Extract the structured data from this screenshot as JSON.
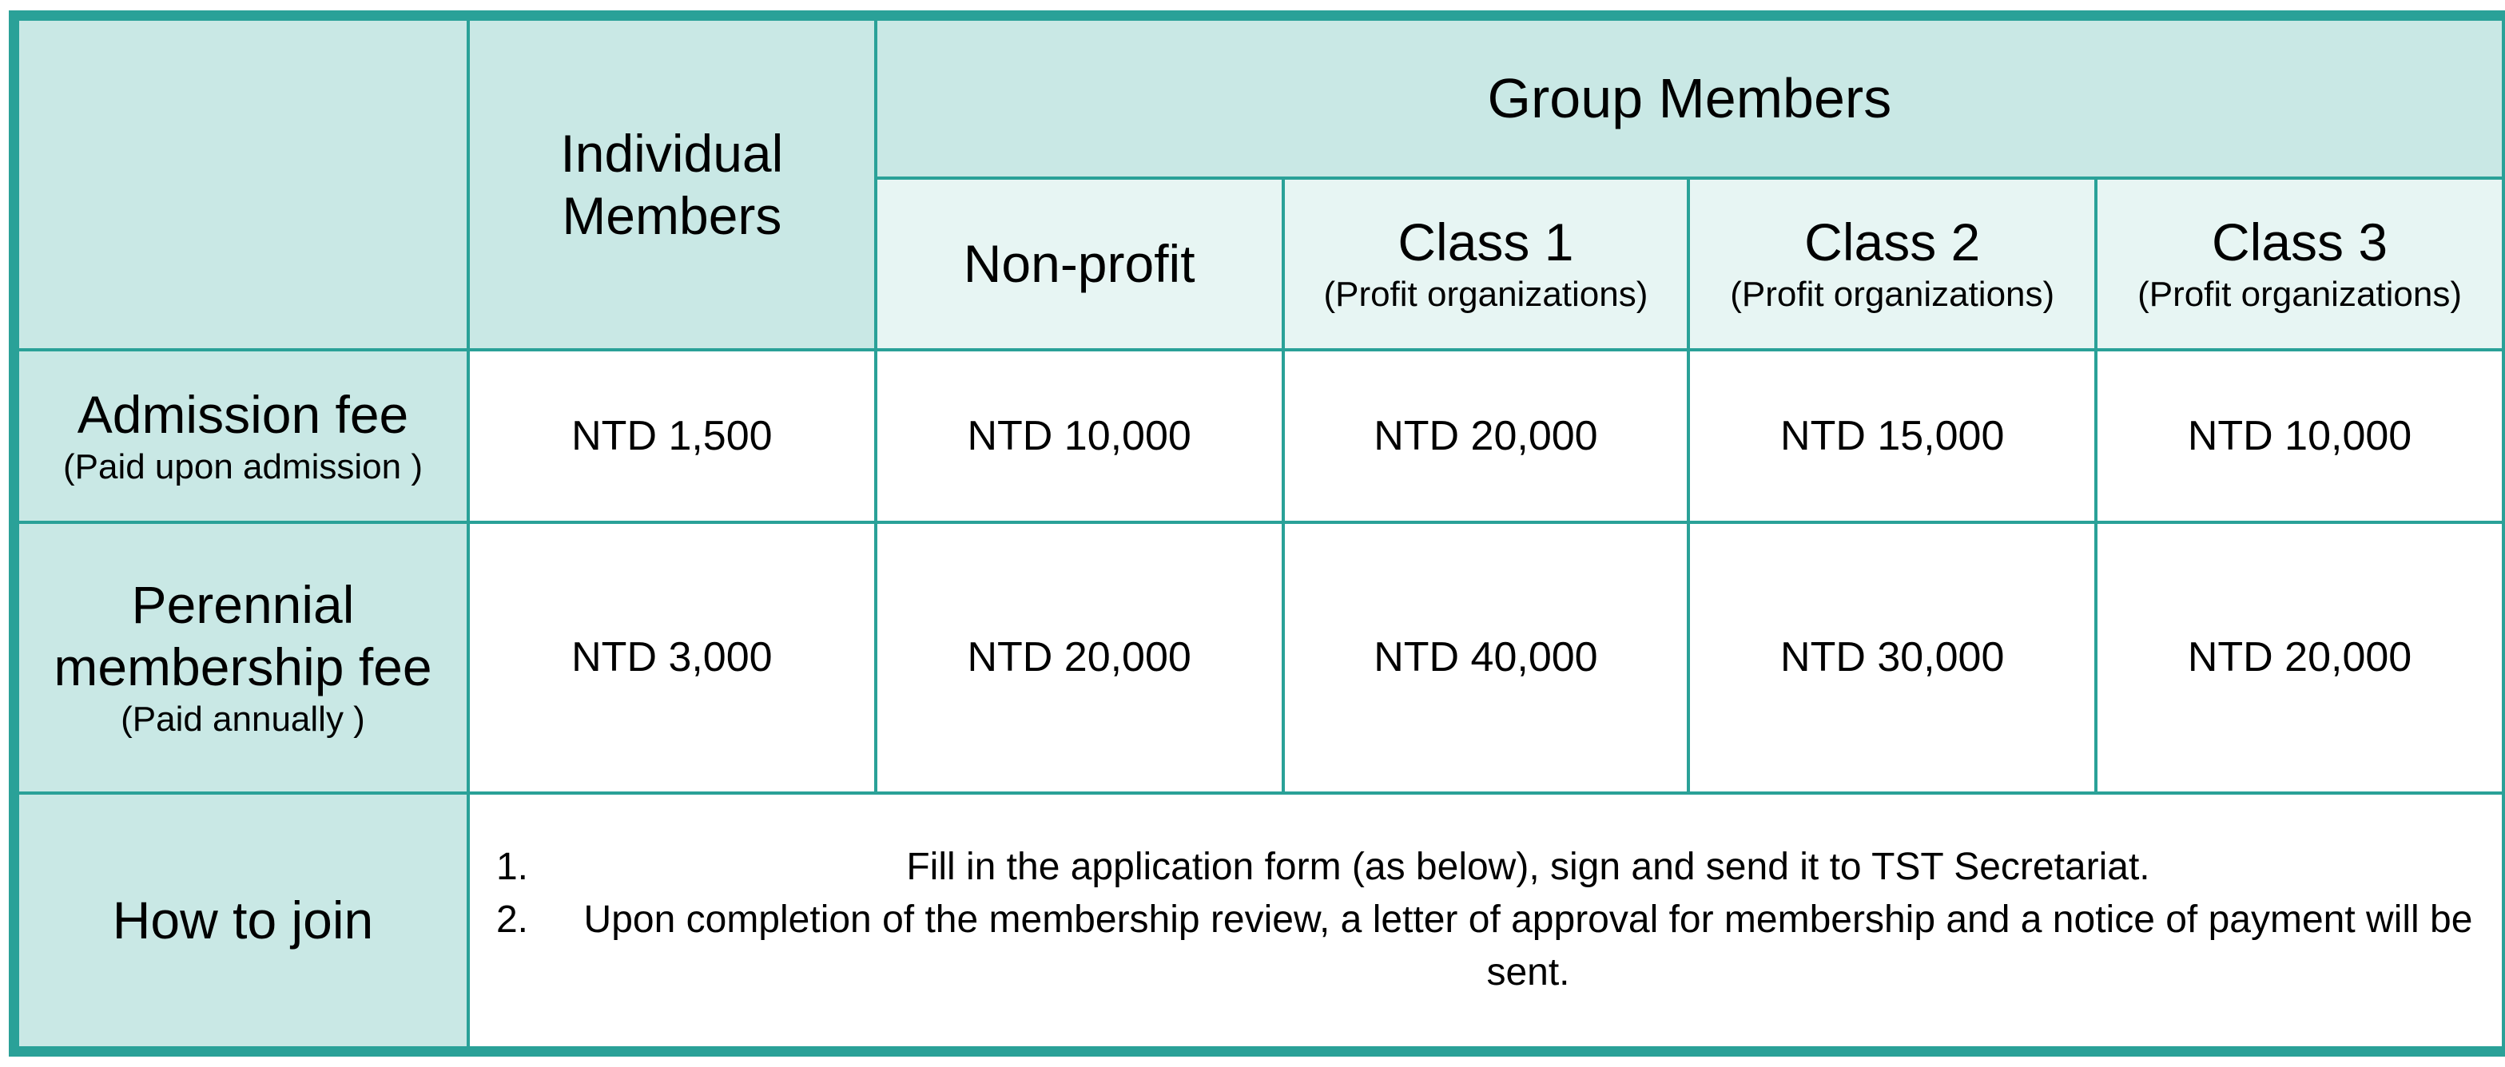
{
  "header": {
    "corner": "",
    "individual": "Individual Members",
    "group": "Group Members"
  },
  "subheaders": [
    {
      "title": "Non-profit",
      "sub": ""
    },
    {
      "title": "Class 1",
      "sub": "(Profit organizations)"
    },
    {
      "title": "Class 2",
      "sub": "(Profit organizations)"
    },
    {
      "title": "Class 3",
      "sub": "(Profit organizations)"
    }
  ],
  "rows": [
    {
      "label": "Admission fee",
      "label_line2": "",
      "note": "(Paid upon admission )",
      "values": [
        "NTD 1,500",
        "NTD 10,000",
        "NTD 20,000",
        "NTD 15,000",
        "NTD 10,000"
      ]
    },
    {
      "label": "Perennial",
      "label_line2": "membership fee",
      "note": "(Paid annually )",
      "values": [
        "NTD 3,000",
        "NTD 20,000",
        "NTD 40,000",
        "NTD 30,000",
        "NTD 20,000"
      ]
    }
  ],
  "how_to_join": {
    "label": "How to join",
    "steps": [
      {
        "num": "1.",
        "text": "Fill in the application form (as below), sign and send it to TST Secretariat."
      },
      {
        "num": "2.",
        "text": "Upon completion of the membership review, a letter of approval for membership and a notice of payment will be sent."
      }
    ]
  },
  "colors": {
    "border": "#2aa198",
    "header_bg": "#c9e8e5",
    "subheader_bg": "#e7f5f3"
  }
}
